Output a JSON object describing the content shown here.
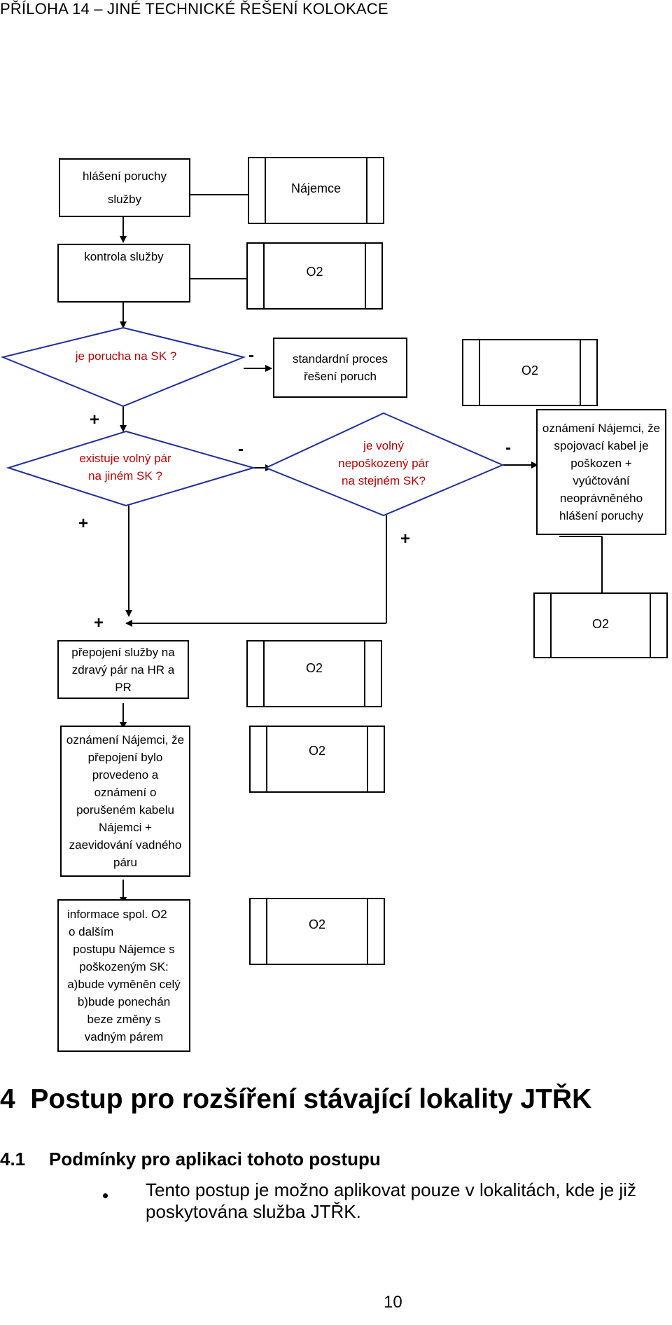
{
  "header": "PŘÍLOHA 14 – JINÉ TECHNICKÉ ŘEŠENÍ KOLOKACE",
  "flowchart": {
    "box_report": [
      "hlášení poruchy",
      "služby"
    ],
    "lane_najemce": "Nájemce",
    "box_control": "kontrola služby",
    "lane_o2_1": "O2",
    "decision_fault_sk": "je porucha na SK ?",
    "label_minus_1": "-",
    "box_standard": [
      "standardní proces",
      "řešení poruch"
    ],
    "lane_o2_2": "O2",
    "label_plus_1": "+",
    "decision_free_pair_other": [
      "existuje  volný pár",
      "na jiném SK ?"
    ],
    "label_minus_2": "-",
    "decision_free_pair_same": [
      "je volný",
      "nepoškozený pár",
      "na  stejném SK?"
    ],
    "label_minus_3": "-",
    "box_notify_damaged": [
      "oznámení Nájemci, že",
      "spojovací kabel je",
      "poškozen +",
      "vyúčtování",
      "neoprávněného",
      "hlášení poruchy"
    ],
    "label_plus_2": "+",
    "label_plus_3": "+",
    "label_plus_4": "+",
    "lane_o2_3": "O2",
    "box_reconnect": [
      "přepojení služby na",
      "zdravý pár na HR a",
      "PR"
    ],
    "lane_o2_4": "O2",
    "box_notify_reconnect": [
      "oznámení Nájemci, že",
      "přepojení bylo",
      "provedeno  a",
      "oznámení o",
      "porušeném kabelu",
      "Nájemci +",
      "zaevidování vadného",
      "páru"
    ],
    "lane_o2_5": "O2",
    "box_info": [
      "informace spol. O2",
      "o dalším",
      "postupu Nájemce s",
      "poškozeným SK:",
      "a)bude vyměněn celý",
      "b)bude ponechán",
      "beze změny s",
      "vadným párem"
    ],
    "lane_o2_6": "O2"
  },
  "section": {
    "number": "4",
    "title": "Postup pro rozšíření stávající lokality JTŘK"
  },
  "subsection": {
    "number": "4.1",
    "title": "Podmínky pro aplikaci tohoto postupu"
  },
  "bullet": {
    "symbol": "•",
    "text": [
      "Tento postup je možno aplikovat pouze v lokalitách, kde je již",
      "poskytována služba JTŘK."
    ]
  },
  "page_number": "10",
  "colors": {
    "decision_border": "#1f2f9a",
    "decision_text": "#c00000",
    "text": "#000000"
  }
}
